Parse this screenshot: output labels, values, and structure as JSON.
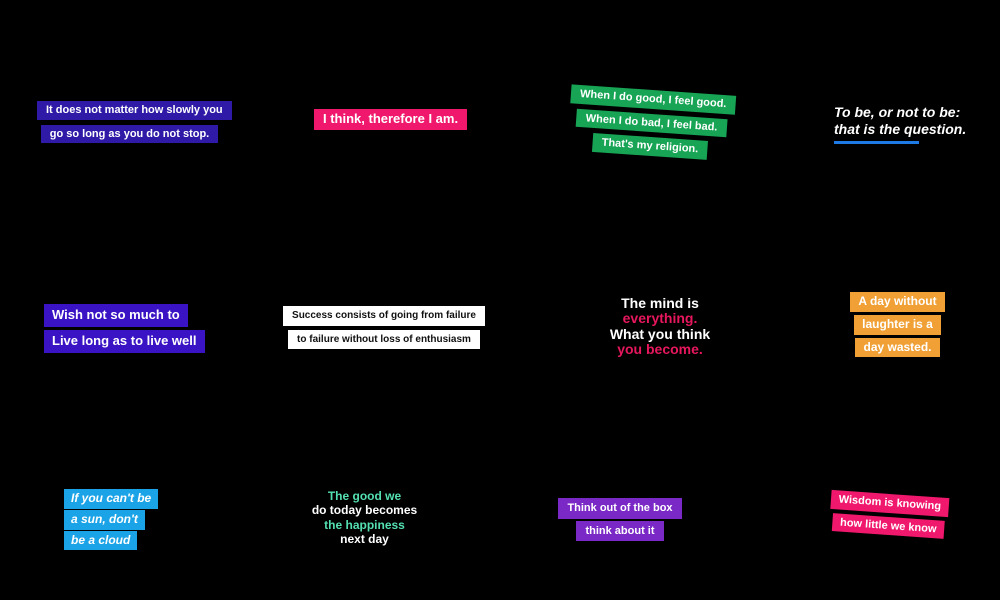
{
  "quotes": {
    "q1": {
      "lines": [
        "It does not matter how slowly you",
        "go so long as you do not stop."
      ],
      "color": "#2e1aa6"
    },
    "q2": {
      "lines": [
        "I think, therefore I am."
      ],
      "color": "#f0186c"
    },
    "q3": {
      "lines": [
        "When I do good, I feel good.",
        "When I do bad, I feel bad.",
        "That's my religion."
      ],
      "color": "#17a455"
    },
    "q4": {
      "lines": [
        "To be, or not to be:",
        "that is the question."
      ],
      "accent": "#1e7be6"
    },
    "q5": {
      "lines": [
        "Wish not so much to",
        "Live long as to live well"
      ],
      "color": "#3a14c4"
    },
    "q6": {
      "lines": [
        "Success consists of going from failure",
        "to failure without loss of enthusiasm"
      ],
      "color": "#ffffff"
    },
    "q7": {
      "lines": [
        "The mind is",
        "everything.",
        "What you think",
        "you become."
      ],
      "accent": "#e8175d"
    },
    "q8": {
      "lines": [
        "A day without",
        "laughter is a",
        "day wasted."
      ],
      "color": "#f0a035"
    },
    "q9": {
      "lines": [
        "If you can't be",
        "a sun, don't",
        "be a cloud"
      ],
      "color": "#1aa3e6"
    },
    "q10": {
      "lines": [
        "The good we",
        "do today becomes",
        "the happiness",
        "next day"
      ],
      "accent": "#54e0b1"
    },
    "q11": {
      "lines": [
        "Think out of the box",
        "think about it"
      ],
      "color": "#7a28c6"
    },
    "q12": {
      "lines": [
        "Wisdom is knowing",
        "how little we know"
      ],
      "color": "#f0186c"
    }
  }
}
